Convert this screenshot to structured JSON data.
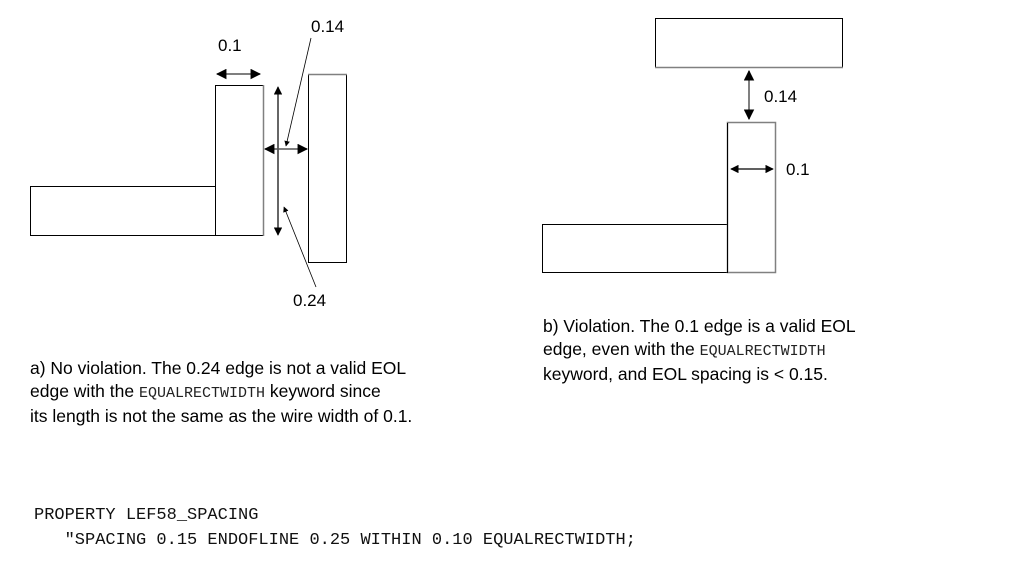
{
  "diagram_a": {
    "labels": {
      "wire_width": "0.1",
      "eol_spacing": "0.14",
      "edge_length": "0.24"
    },
    "caption": {
      "line1": "a) No violation. The 0.24 edge is not a valid EOL",
      "line2_pre": "edge with the ",
      "line2_keyword": "EQUALRECTWIDTH",
      "line2_post": " keyword since",
      "line3": "its length is not the same as the wire width of 0.1."
    }
  },
  "diagram_b": {
    "labels": {
      "eol_spacing": "0.14",
      "wire_width": "0.1"
    },
    "caption": {
      "line1": "b) Violation. The 0.1 edge is a valid EOL",
      "line2_pre": "edge, even with the ",
      "line2_keyword": "EQUALRECTWIDTH",
      "line3": "keyword, and EOL spacing is < 0.15."
    }
  },
  "code": {
    "line1": "PROPERTY LEF58_SPACING",
    "line2": "   \"SPACING 0.15 ENDOFLINE 0.25 WITHIN 0.10 EQUALRECTWIDTH;"
  },
  "colors": {
    "outline": "#000000",
    "edge_highlight": "#808080"
  }
}
